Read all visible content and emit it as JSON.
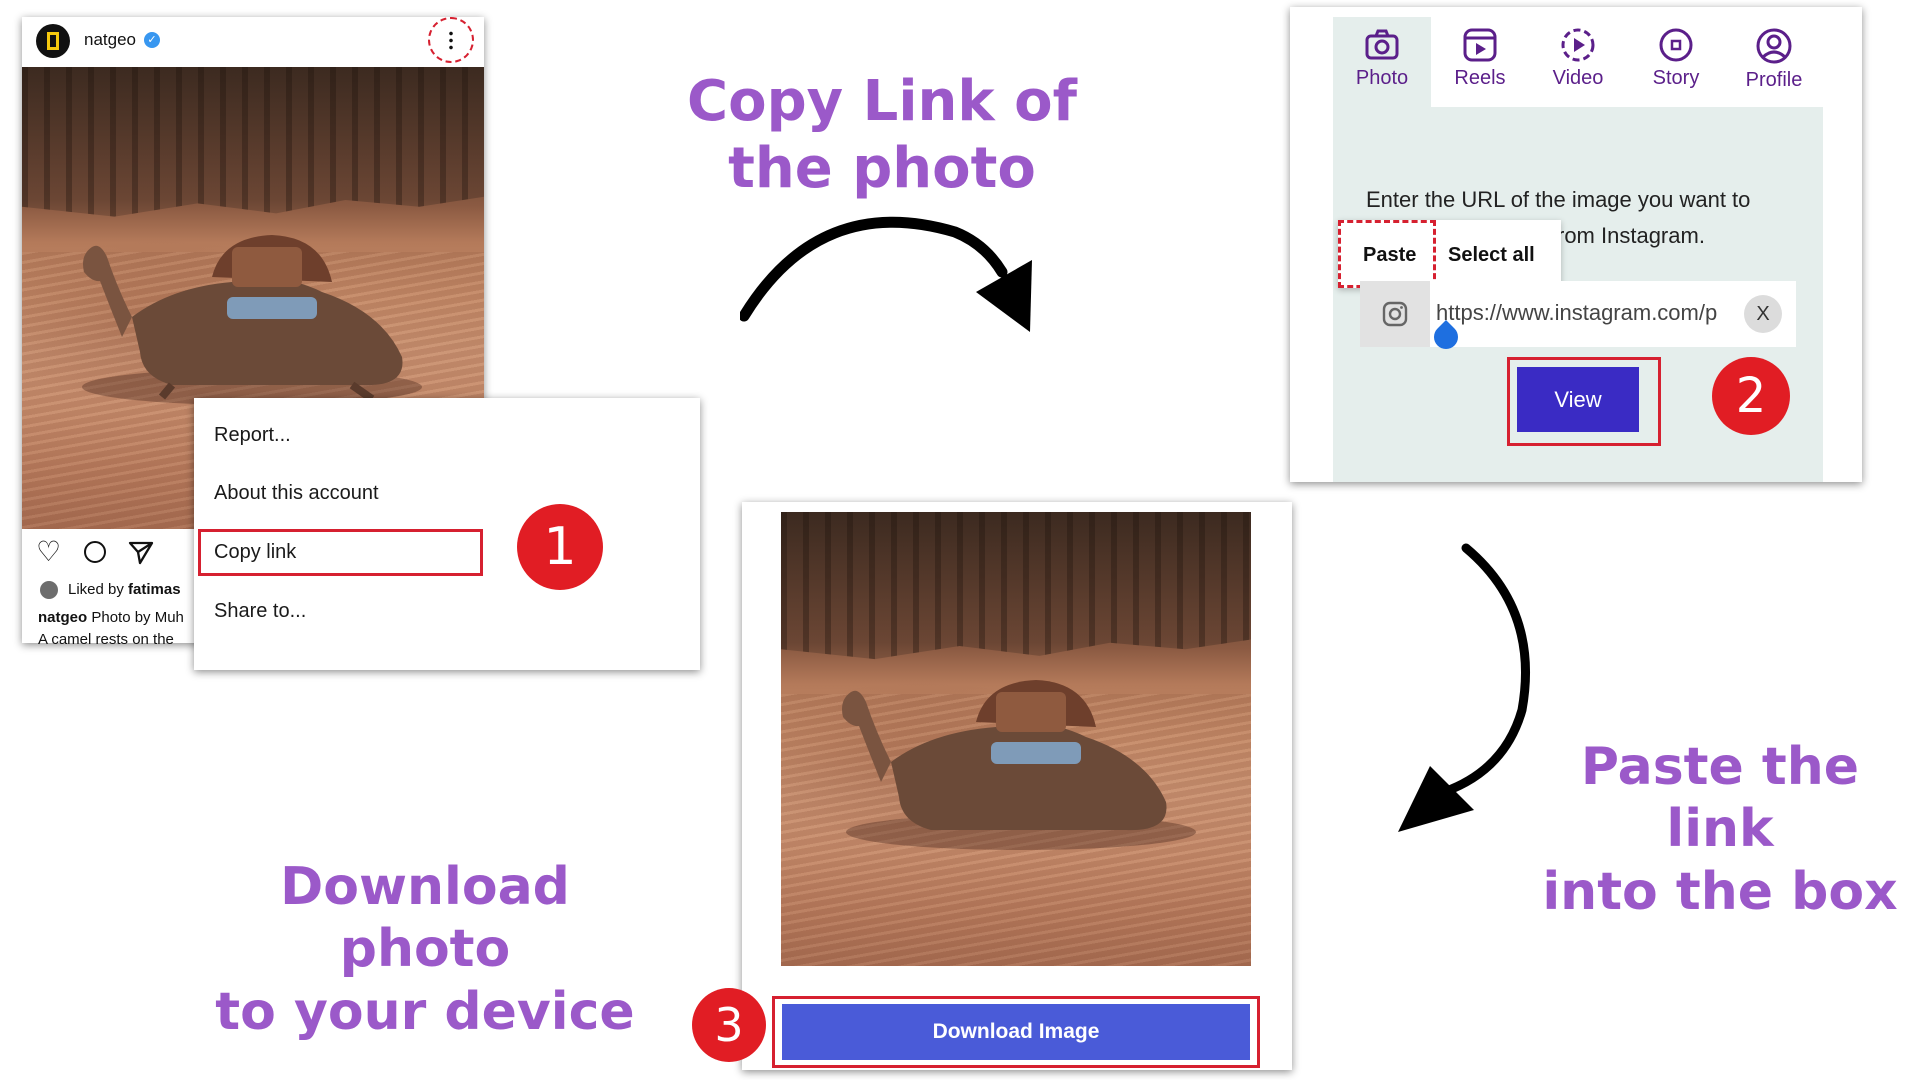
{
  "instagram_post": {
    "username": "natgeo",
    "liked_by_prefix": "Liked by",
    "liked_by_user": "fatimas",
    "caption_user": "natgeo",
    "caption_text": "Photo by Muh",
    "caption_line2": "A camel rests on the"
  },
  "context_menu": {
    "items": [
      "Report...",
      "About this account",
      "Copy link",
      "Share to..."
    ]
  },
  "steps": {
    "step1": "1",
    "step2": "2",
    "step3": "3"
  },
  "instructions": {
    "copy_link": [
      "Copy Link of",
      "the photo"
    ],
    "paste_link": [
      "Paste the link",
      "into the box"
    ],
    "download": [
      "Download photo",
      "to your device"
    ]
  },
  "downloader": {
    "tabs": [
      {
        "label": "Photo",
        "icon": "camera-icon"
      },
      {
        "label": "Reels",
        "icon": "reels-icon"
      },
      {
        "label": "Video",
        "icon": "video-icon"
      },
      {
        "label": "Story",
        "icon": "story-icon"
      },
      {
        "label": "Profile",
        "icon": "profile-icon"
      }
    ],
    "prompt_line1": "Enter the URL of the image you want to",
    "prompt_line2": "rom Instagram.",
    "paste_label": "Paste",
    "select_all_label": "Select all",
    "url_value": "https://www.instagram.com/p",
    "clear_label": "X",
    "view_label": "View"
  },
  "result": {
    "download_label": "Download Image"
  },
  "colors": {
    "accent_purple": "#9b59c9",
    "tab_purple": "#5b1f8a",
    "view_button": "#3a2bc4",
    "download_button": "#4a5bd8",
    "badge_red": "#e11d24",
    "highlight_red": "#d62030",
    "panel_bg": "#e5eeec"
  }
}
